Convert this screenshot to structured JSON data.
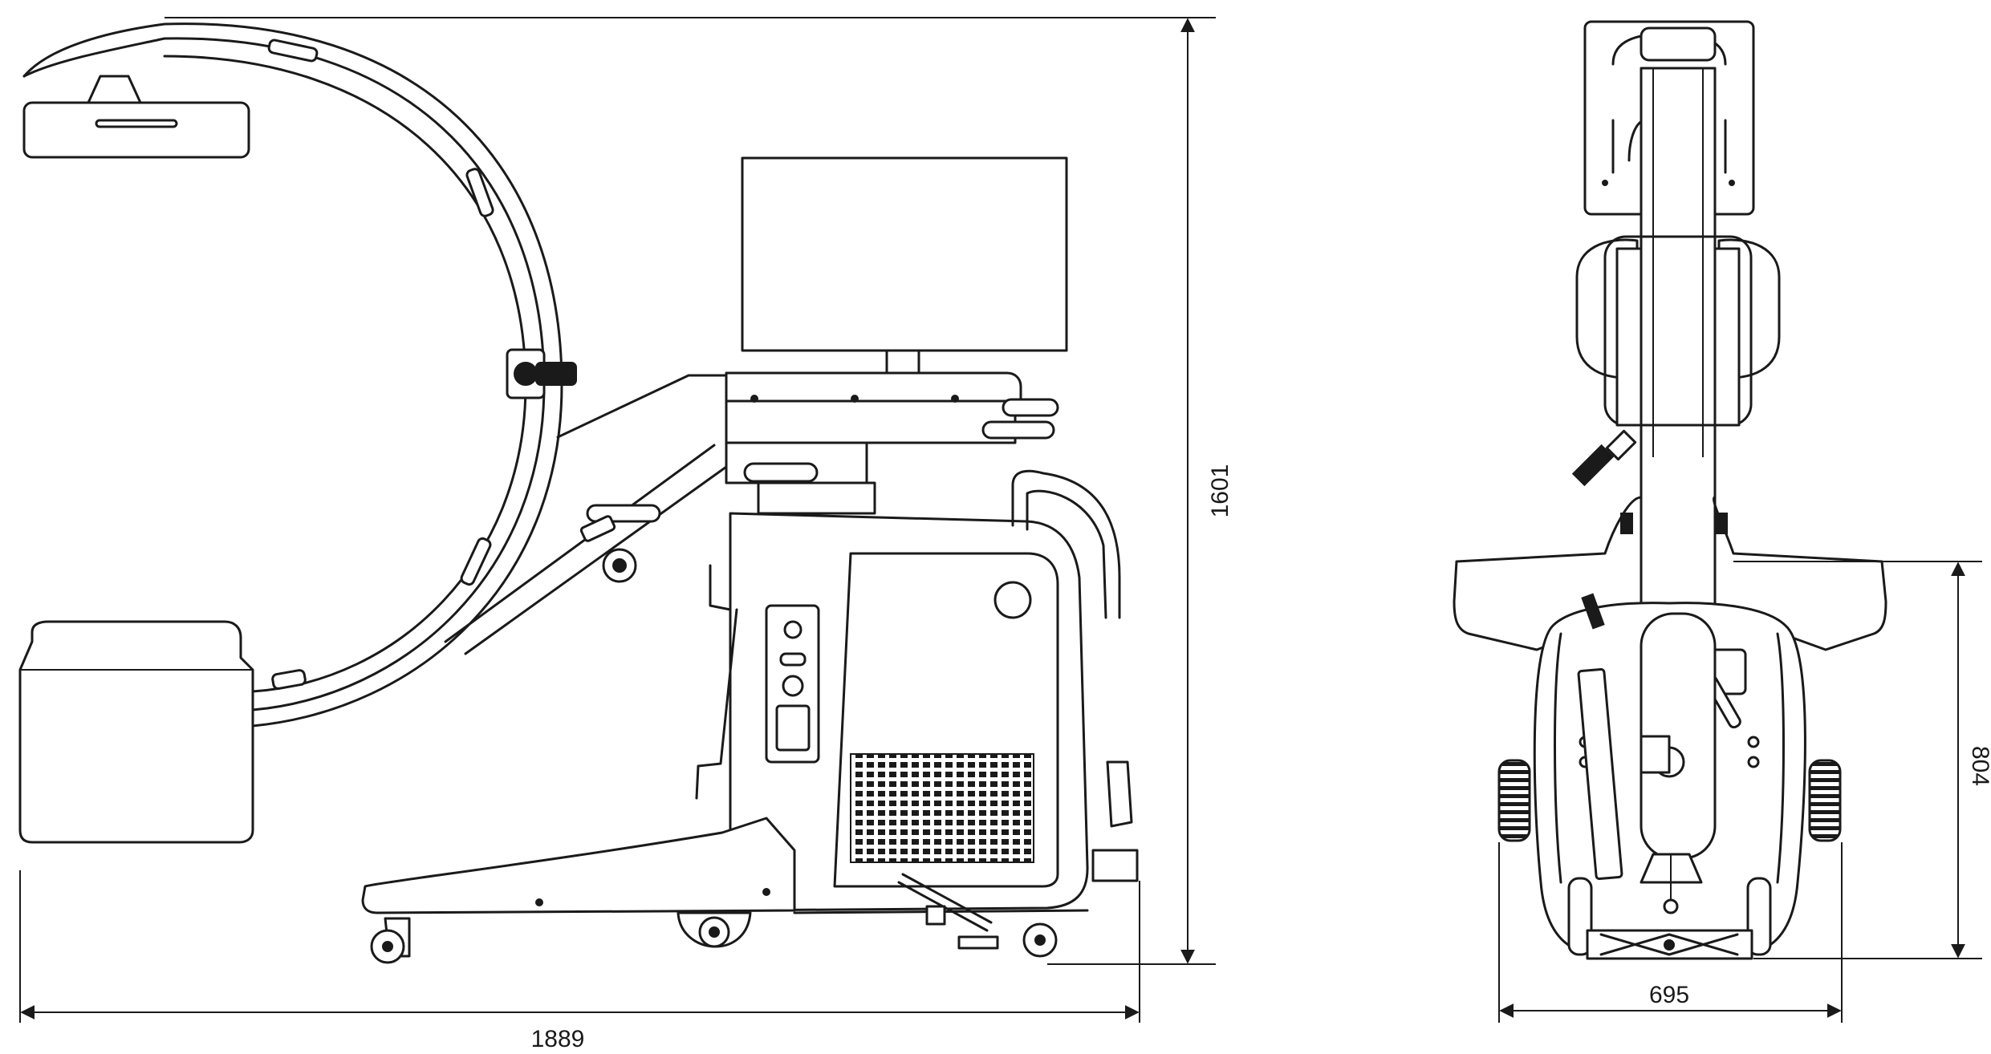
{
  "dimensions": {
    "side_total_height": "1601",
    "side_total_length": "1889",
    "front_width": "695",
    "front_height": "804"
  },
  "colors": {
    "line": "#1a1a1a",
    "background": "#ffffff"
  }
}
